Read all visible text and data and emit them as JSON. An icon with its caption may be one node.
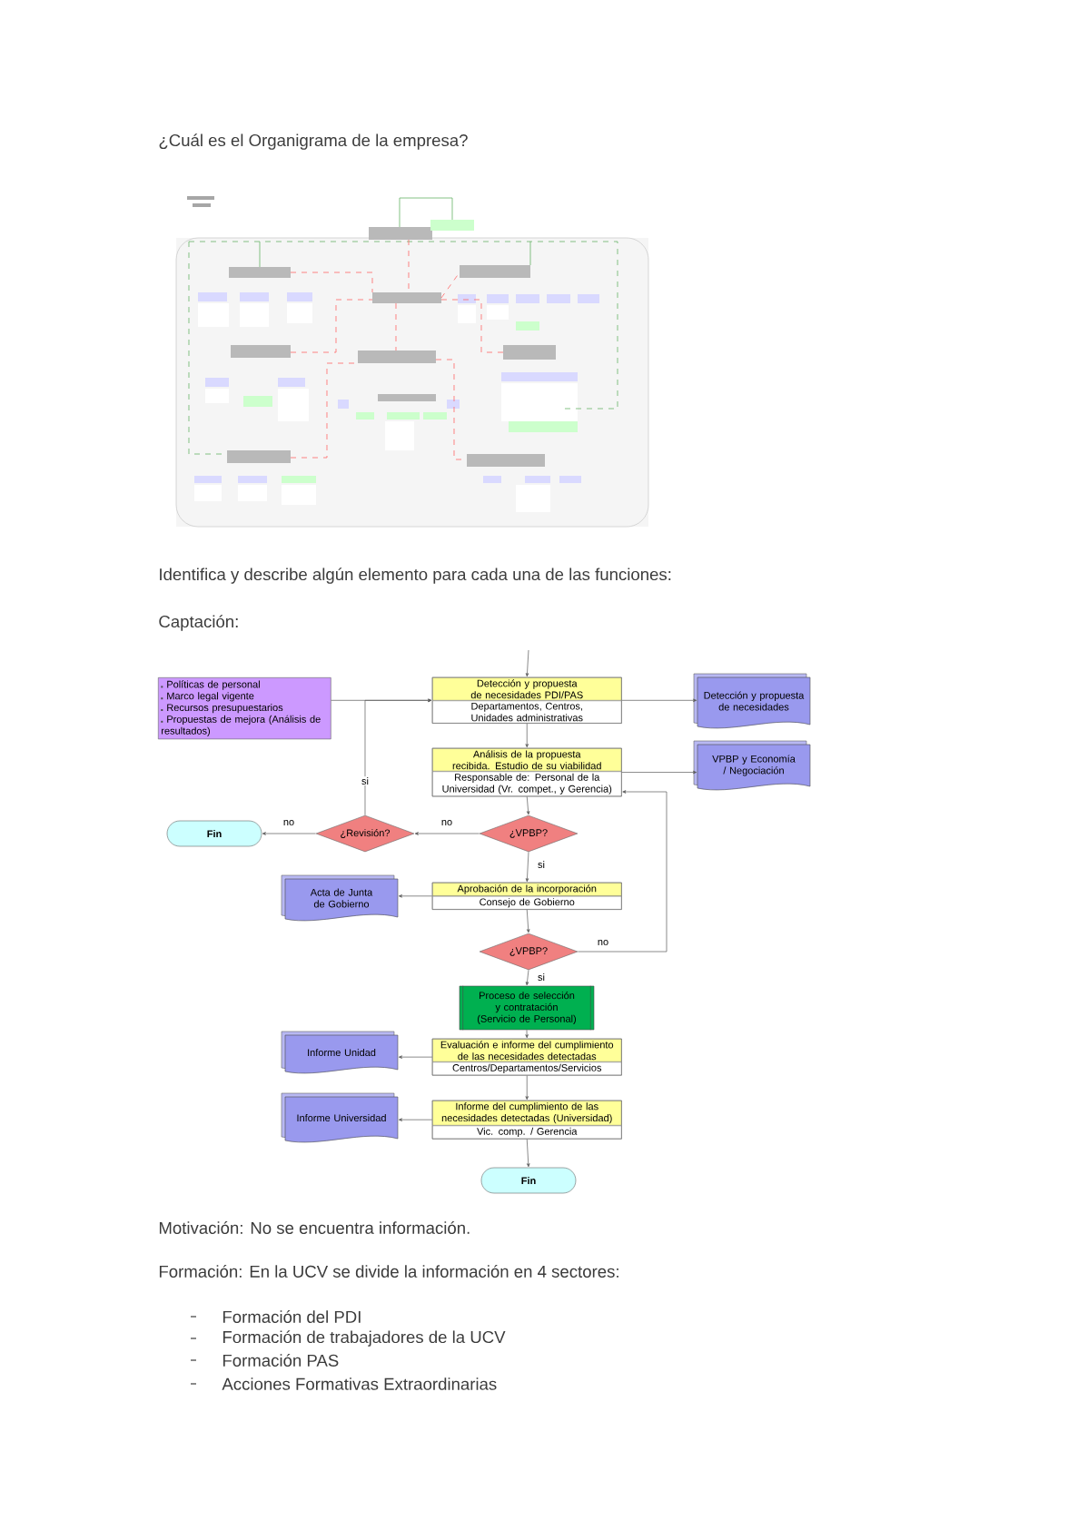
{
  "diagram": {
    "nodes": [
      {
        "text": [
          "Políticas de personal",
          "Marco legal vigente",
          "Recursos presupuestarios",
          "Propuestas de mejora (Análisis de resultados)"
        ]
      },
      {
        "text": [
          "Detección y propuesta de necesidades PDI/PAS",
          "Departamentos, Centros, Unidades administrativas"
        ]
      },
      {
        "text": [
          "Detección y propuesta de necesidades"
        ]
      },
      {
        "text": [
          "Análisis de la propuesta recibida. Estudio de su viabilidad",
          "Responsable de: Personal de la Universidad (Vr. compet., y Gerencia)"
        ]
      },
      {
        "text": [
          "VPBP y Economía / Negociación"
        ]
      },
      {
        "text": [
          "¿VPBP?"
        ]
      },
      {
        "text": [
          "¿Revisión?"
        ]
      },
      {
        "text": [
          "Fin"
        ]
      },
      {
        "text": [
          "Aprobación de la incorporación",
          "Consejo de Gobierno"
        ]
      },
      {
        "text": [
          "Acta de Junta de Gobierno"
        ]
      },
      {
        "text": [
          "¿VPBP?"
        ]
      },
      {
        "text": [
          "Proceso de selección y contratación (Servicio de Personal)"
        ]
      },
      {
        "text": [
          "Evaluación e informe del cumplimiento de las necesidades detectadas",
          "Centros/Departamentos/Servicios"
        ]
      },
      {
        "text": [
          "Informe Unidad"
        ]
      },
      {
        "text": [
          "Informe del cumplimiento de las necesidades detectadas (Universidad)",
          "Vic. comp. / Gerencia"
        ]
      },
      {
        "text": [
          "Informe Universidad"
        ]
      },
      {
        "text": [
          "Fin"
        ]
      }
    ],
    "edges": [
      {
        "from": null,
        "to": 1,
        "arrow": "to"
      },
      {
        "from": 0,
        "to": 1,
        "arrow": "to"
      },
      {
        "from": 1,
        "to": 2,
        "arrow": "to"
      },
      {
        "from": 1,
        "to": 3,
        "arrow": "to"
      },
      {
        "from": 3,
        "to": 4,
        "arrow": "to"
      },
      {
        "from": 3,
        "to": 5,
        "arrow": "to"
      },
      {
        "from": 5,
        "to": 6,
        "arrow": "to",
        "label": "no"
      },
      {
        "from": 6,
        "to": 7,
        "arrow": "to",
        "label": "no"
      },
      {
        "from": 6,
        "to": 1,
        "arrow": "to",
        "label": "si"
      },
      {
        "from": 5,
        "to": 8,
        "arrow": "to",
        "label": "si"
      },
      {
        "from": 8,
        "to": 9,
        "arrow": "to"
      },
      {
        "from": 8,
        "to": 10,
        "arrow": "to"
      },
      {
        "from": 10,
        "to": 3,
        "arrow": "to",
        "label": "no"
      },
      {
        "from": 10,
        "to": 11,
        "arrow": "to",
        "label": "si"
      },
      {
        "from": 11,
        "to": 12,
        "arrow": "to"
      },
      {
        "from": 12,
        "to": 13,
        "arrow": "to"
      },
      {
        "from": 12,
        "to": 14,
        "arrow": "to"
      },
      {
        "from": 14,
        "to": 15,
        "arrow": "to"
      },
      {
        "from": 14,
        "to": 16,
        "arrow": "to"
      }
    ],
    "labels": [
      "¿Cuál es el Organigrama de la empresa?",
      "Identifica y describe algún elemento para cada una de las funciones:",
      "Captación:",
      "Motivación: No se encuentra información.",
      "Formación: En la UCV se divide la información en 4 sectores:",
      "Formación del PDI",
      "Formación de trabajadores de la UCV",
      "Formación PAS",
      "Acciones Formativas Extraordinarias"
    ]
  }
}
